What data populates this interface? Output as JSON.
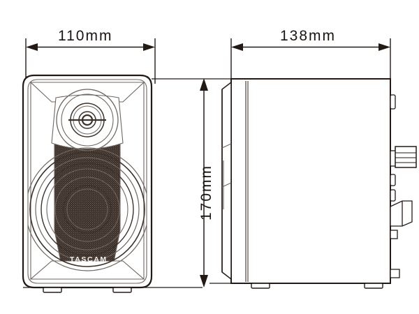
{
  "drawing": {
    "type": "technical-dimension-drawing",
    "subject": "TASCAM studio monitor speaker",
    "background_color": "#ffffff",
    "line_color": "#231a16",
    "thin_line_color": "#6f6660",
    "mesh_fill_color": "#3b302a",
    "views": [
      {
        "name": "front-view",
        "label": ""
      },
      {
        "name": "side-view",
        "label": ""
      }
    ]
  },
  "dimensions": {
    "width": {
      "value": "110mm",
      "orientation": "horizontal",
      "view": "front-view"
    },
    "depth": {
      "value": "138mm",
      "orientation": "horizontal",
      "view": "side-view"
    },
    "height": {
      "value": "170mm",
      "orientation": "vertical",
      "view": "front-view"
    }
  },
  "branding": {
    "logo_text": "TASCAM"
  },
  "front_view": {
    "tweeter": {
      "name": "tweeter-driver"
    },
    "woofer": {
      "name": "woofer-driver"
    },
    "feet": 2
  },
  "side_view": {
    "volume_knob": {
      "name": "volume-knob"
    },
    "ports": 5,
    "feet": 2
  }
}
